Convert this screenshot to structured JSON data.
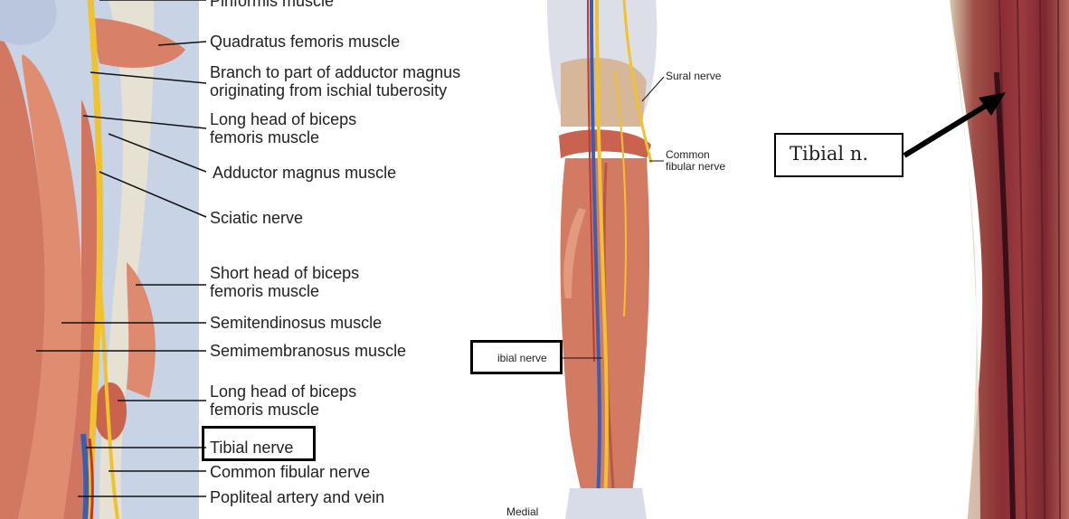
{
  "panel1": {
    "labels": [
      "Piriformis muscle",
      "Quadratus femoris muscle",
      "Branch to part of adductor magnus\noriginating from ischial tuberosity",
      "Long head of biceps\nfemoris muscle",
      "Adductor magnus muscle",
      "Sciatic nerve",
      "Short head of biceps\nfemoris muscle",
      "Semitendinosus muscle",
      "Semimembranosus muscle",
      "Long head of biceps\nfemoris muscle",
      "Tibial nerve",
      "Common fibular nerve",
      "Popliteal artery and vein"
    ]
  },
  "panel2": {
    "sural": "Sural nerve",
    "common_fibular": "Common\nfibular nerve",
    "tibial": "ibial nerve",
    "medial": "Medial"
  },
  "panel3": {
    "tibial": "Tibial n."
  },
  "colors": {
    "muscle": "#d9826a",
    "muscle_dark": "#b85c48",
    "nerve": "#f2c230",
    "bone": "#e8e4d8",
    "tendon": "#d8dce8",
    "cadaver": "#8a2e35"
  }
}
